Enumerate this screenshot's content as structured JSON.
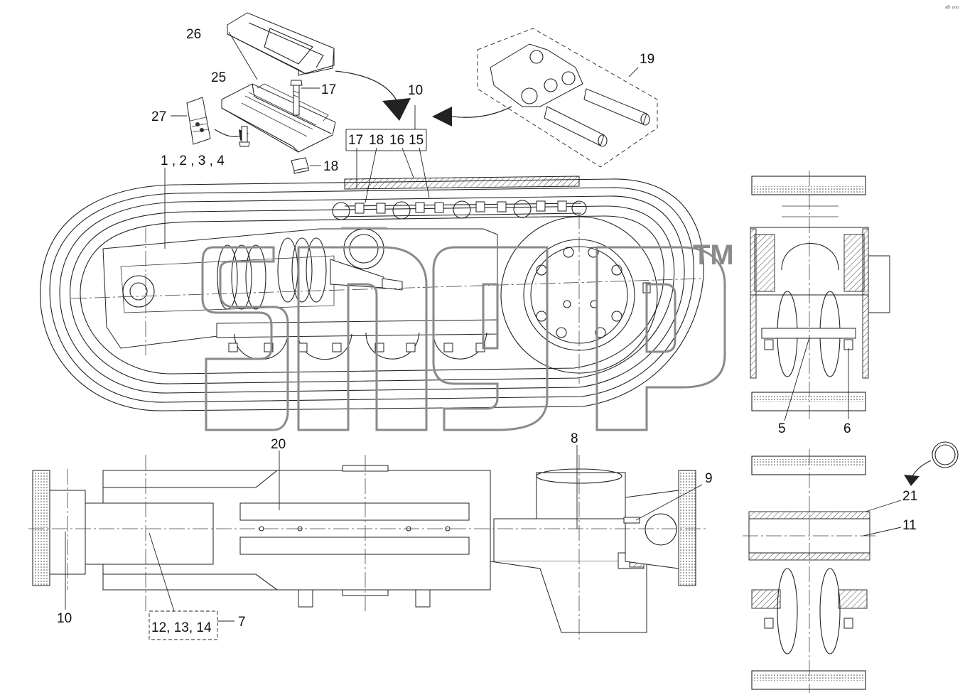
{
  "callouts": {
    "c1234": "1 , 2 , 3 , 4",
    "c5": "5",
    "c6": "6",
    "c7": "7",
    "c8": "8",
    "c9": "9",
    "c10_top": "10",
    "c10_bottom": "10",
    "c11": "11",
    "c12_13_14": "12, 13, 14",
    "c15": "15",
    "c16": "16",
    "c17_box": "17",
    "c17_bolt": "17",
    "c18_box": "18",
    "c18_nut": "18",
    "c19": "19",
    "c20": "20",
    "c21": "21",
    "c25": "25",
    "c26": "26",
    "c27": "27"
  },
  "watermark": {
    "trademark": "TM"
  },
  "corner_mark": "ᵃᴮ ᵒᵒᵒ",
  "colors": {
    "line": "#222222",
    "watermark": "#8a8a8a",
    "background": "#ffffff"
  }
}
